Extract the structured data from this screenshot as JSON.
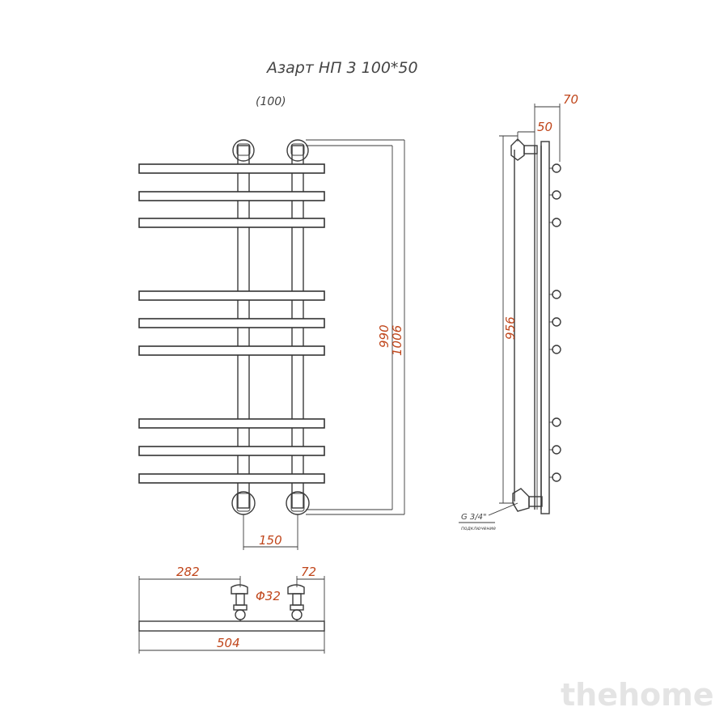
{
  "title": "Азарт НП 3 100*50",
  "subtitle": "(100)",
  "dimensions": {
    "axis_distance": "150",
    "height_inner": "990",
    "height_total": "1006",
    "side_height": "956",
    "depth_outer": "70",
    "depth_inner": "50",
    "offset_left": "282",
    "offset_right": "72",
    "pipe_diameter": "Φ32",
    "total_width": "504"
  },
  "connection": {
    "thread": "G 3/4\"",
    "label": "подключение"
  },
  "watermark": "thehome",
  "bars_rows": 3,
  "bars_per_group": 3
}
